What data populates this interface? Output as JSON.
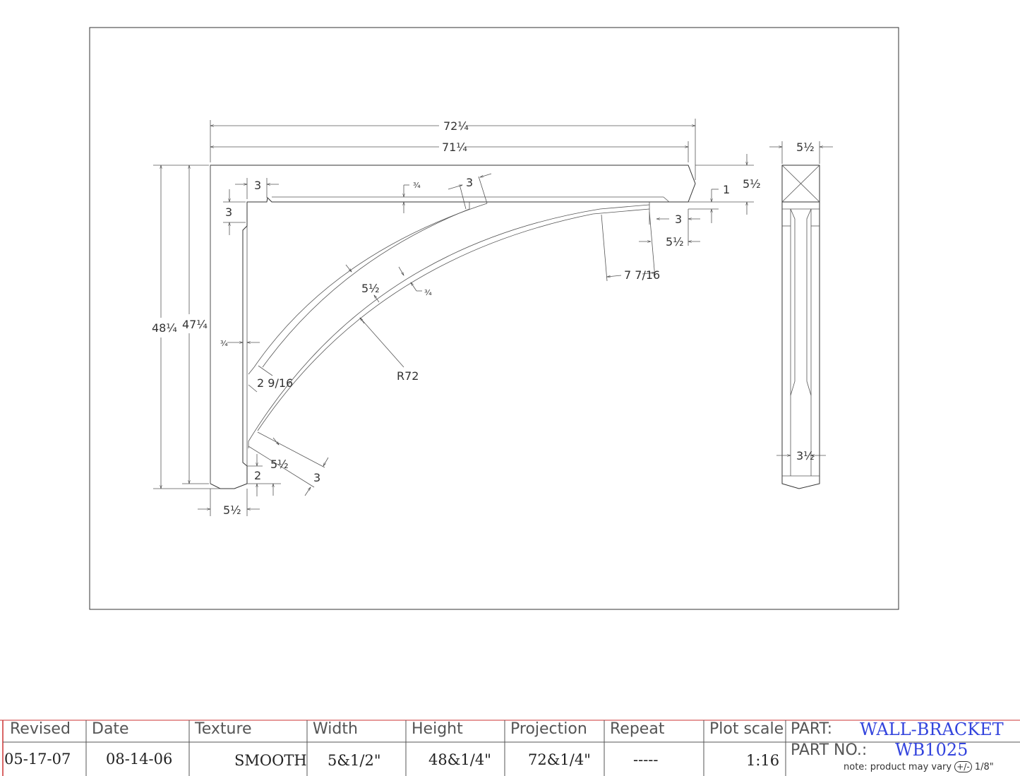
{
  "drawing": {
    "dimensions": {
      "overall_width": "72¼",
      "inner_width": "71¼",
      "overall_height": "48¼",
      "inner_height": "47¼",
      "top_depth": "5½",
      "top_offset": "1",
      "left_inset": "3",
      "left_inset_v": "3",
      "top_rail_gap": "¾",
      "brace_end": "3",
      "right_step": "3",
      "right_depth": "5½",
      "brace_offset": "7 7/16",
      "brace_width": "5½",
      "brace_thickness": "¾",
      "left_rail_gap": "¾",
      "brace_foot": "2 9/16",
      "radius": "R72",
      "bottom_brace_width": "5½",
      "bottom_brace_end": "3",
      "bottom_step": "2",
      "bottom_width": "5½",
      "side_width": "5½",
      "side_inner": "3½"
    }
  },
  "title_block": {
    "headers": {
      "revised": "Revised",
      "date": "Date",
      "texture": "Texture",
      "width": "Width",
      "height": "Height",
      "projection": "Projection",
      "repeat": "Repeat",
      "plot_scale": "Plot scale"
    },
    "values": {
      "revised": "05-17-07",
      "date": "08-14-06",
      "texture": "SMOOTH",
      "width": "5&1/2\"",
      "height": "48&1/4\"",
      "projection": "72&1/4\"",
      "repeat": "-----",
      "plot_scale": "1:16"
    },
    "part_label": "PART:",
    "part_name": "WALL-BRACKET",
    "part_no_label": "PART NO.:",
    "part_no": "WB1025",
    "note_text": "note: product may vary",
    "note_symbol": "+/-",
    "note_value": "1/8\""
  },
  "colors": {
    "line": "#333333",
    "border_red": "#cc3333",
    "part_blue": "#3344dd"
  }
}
